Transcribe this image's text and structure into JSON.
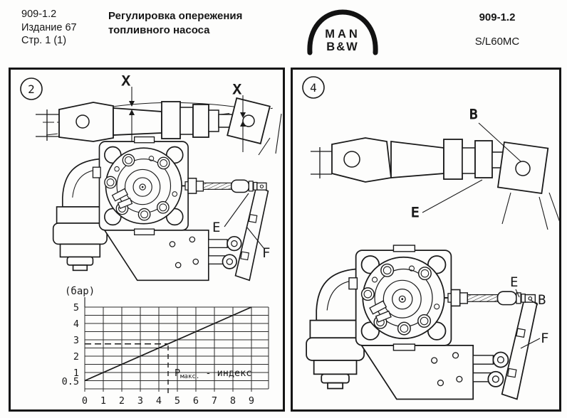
{
  "header": {
    "doc_number": "909-1.2",
    "edition": "Издание 67",
    "page": "Стр. 1 (1)",
    "title_line1": "Регулировка опережения",
    "title_line2": "топливного насоса",
    "logo_top": "MAN",
    "logo_bottom": "B&W",
    "right_doc_number": "909-1.2",
    "engine_type": "S/L60MC"
  },
  "panel_2": {
    "number": "2",
    "dim_label_1": "X",
    "dim_label_2": "X",
    "label_e": "E",
    "label_f": "F"
  },
  "panel_4": {
    "number": "4",
    "top_label_b": "B",
    "top_label_e": "E",
    "bottom_label_e": "E",
    "bottom_label_b": "B",
    "bottom_label_f": "F"
  },
  "chart_data": {
    "type": "line",
    "title": "",
    "ylabel": "(бар)",
    "xlabel": "",
    "annotation": "Pмакс. - индекс",
    "annotation_parts": {
      "prefix": "P",
      "sub": "макс.",
      "suffix": " - индекс"
    },
    "ytick_labels": [
      "5",
      "4",
      "3",
      "2",
      "1",
      "0.5"
    ],
    "xtick_labels": [
      "0",
      "1",
      "2",
      "3",
      "4",
      "5",
      "6",
      "7",
      "8",
      "9"
    ],
    "xlim": [
      0,
      9.9
    ],
    "ylim": [
      0,
      5
    ],
    "grid": "on",
    "grid_step_x": 1,
    "grid_step_y": 0.5,
    "series": [
      {
        "name": "",
        "style": "solid",
        "points": [
          [
            0,
            0.5
          ],
          [
            9,
            5
          ]
        ]
      }
    ],
    "reference_lines": [
      {
        "orientation": "horizontal",
        "style": "dashed",
        "y": 2.75,
        "x_from": 0,
        "x_to": 4.5
      },
      {
        "orientation": "vertical",
        "style": "dashed",
        "x": 4.5,
        "y_from": 0,
        "y_to": 2.75
      }
    ]
  }
}
